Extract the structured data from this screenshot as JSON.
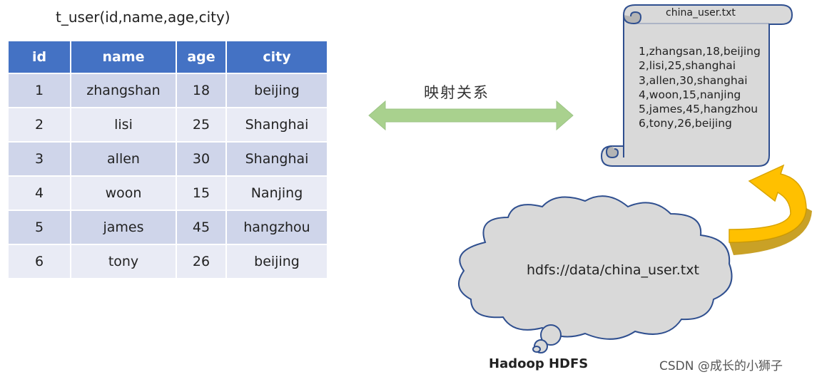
{
  "table": {
    "title": "t_user(id,name,age,city)",
    "headers": [
      "id",
      "name",
      "age",
      "city"
    ],
    "rows": [
      [
        "1",
        "zhangshan",
        "18",
        "beijing"
      ],
      [
        "2",
        "lisi",
        "25",
        "Shanghai"
      ],
      [
        "3",
        "allen",
        "30",
        "Shanghai"
      ],
      [
        "4",
        "woon",
        "15",
        "Nanjing"
      ],
      [
        "5",
        "james",
        "45",
        "hangzhou"
      ],
      [
        "6",
        "tony",
        "26",
        "beijing"
      ]
    ]
  },
  "mapping": {
    "label": "映射关系"
  },
  "file": {
    "name": "china_user.txt",
    "lines": [
      "1,zhangsan,18,beijing",
      "2,lisi,25,shanghai",
      "3,allen,30,shanghai",
      "4,woon,15,nanjing",
      "5,james,45,hangzhou",
      "6,tony,26,beijing"
    ]
  },
  "hdfs": {
    "path": "hdfs://data/china_user.txt",
    "label": "Hadoop HDFS"
  },
  "watermark": "CSDN @成长的小狮子",
  "colors": {
    "header": "#4472c4",
    "row_odd": "#cfd5ea",
    "row_even": "#e9ebf5",
    "arrow_green": "#a9d18e",
    "arrow_gold": "#ffc000",
    "shape_fill": "#d9d9d9",
    "shape_stroke": "#2f4f8f"
  }
}
